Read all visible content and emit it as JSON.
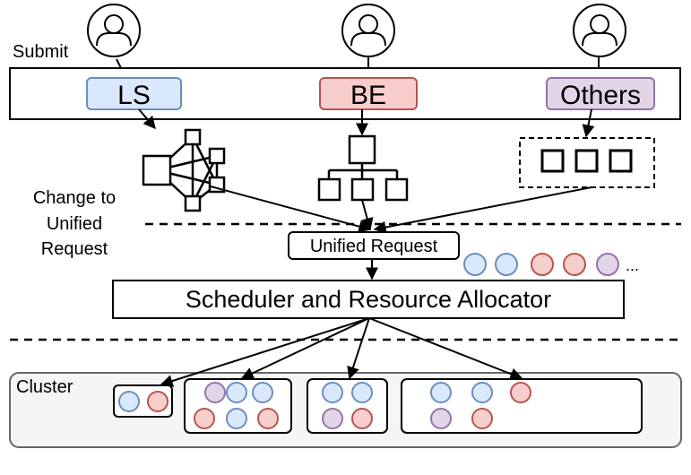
{
  "labels": {
    "submit": "Submit",
    "change_line1": "Change to",
    "change_line2": "Unified",
    "change_line3": "Request",
    "unified_request": "Unified Request",
    "scheduler": "Scheduler and Resource Allocator",
    "cluster": "Cluster",
    "ellipsis": "..."
  },
  "request_types": [
    {
      "label": "LS",
      "fill": "#dae8fc",
      "stroke": "#6c8ebf"
    },
    {
      "label": "BE",
      "fill": "#f8cecc",
      "stroke": "#b85450"
    },
    {
      "label": "Others",
      "fill": "#e1d5e7",
      "stroke": "#9673a6"
    }
  ],
  "colors": {
    "blue_fill": "#dae8fc",
    "blue_stroke": "#6c8ebf",
    "red_fill": "#f8cecc",
    "red_stroke": "#b85450",
    "purple_fill": "#e1d5e7",
    "purple_stroke": "#9673a6",
    "cluster_bg": "#f5f5f5",
    "cluster_border": "#666666"
  },
  "queue_circles": [
    "blue",
    "blue",
    "red",
    "red",
    "purple"
  ],
  "nodes": [
    {
      "circles": [
        "blue",
        "red"
      ]
    },
    {
      "circles": [
        "purple",
        "blue",
        "blue",
        "red",
        "blue",
        "red"
      ]
    },
    {
      "circles": [
        "blue",
        "blue",
        "purple",
        "red"
      ]
    },
    {
      "circles": [
        "blue",
        "blue",
        "red",
        "purple",
        "red"
      ]
    }
  ],
  "icons": [
    "user-icon",
    "user-icon",
    "user-icon"
  ]
}
